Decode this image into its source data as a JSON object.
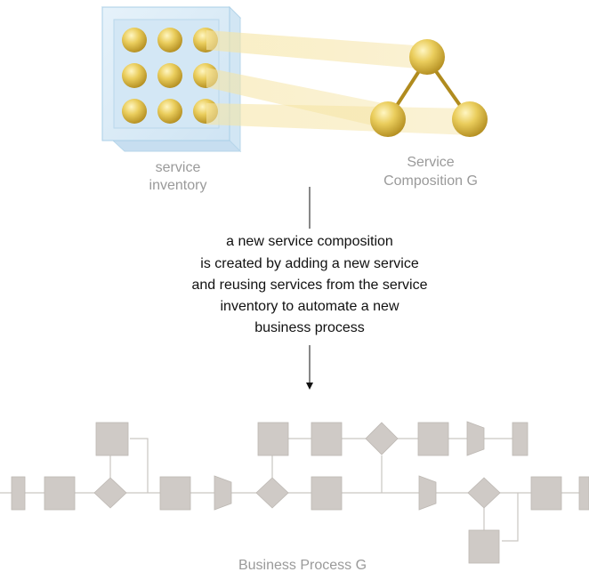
{
  "inventory": {
    "label_line1": "service",
    "label_line2": "inventory",
    "service_count": 9
  },
  "composition": {
    "label_line1": "Service",
    "label_line2": "Composition G",
    "service_count": 3
  },
  "transition": {
    "lines": [
      "a new service composition",
      "is created by adding a new service",
      "and reusing services from the service",
      "inventory to automate a new",
      "business process"
    ]
  },
  "process": {
    "label": "Business Process G"
  },
  "colors": {
    "sphere_light": "#fff6c2",
    "sphere_mid": "#eacd5c",
    "sphere_dark": "#b48f22",
    "inventory_glass": "#d9ebf7",
    "inventory_edge": "#a9cfe7",
    "flow_shape_fill": "#cfcac6",
    "flow_line": "#c9c6c2",
    "label_gray": "#9a9a9a",
    "text_dark": "#111111"
  }
}
